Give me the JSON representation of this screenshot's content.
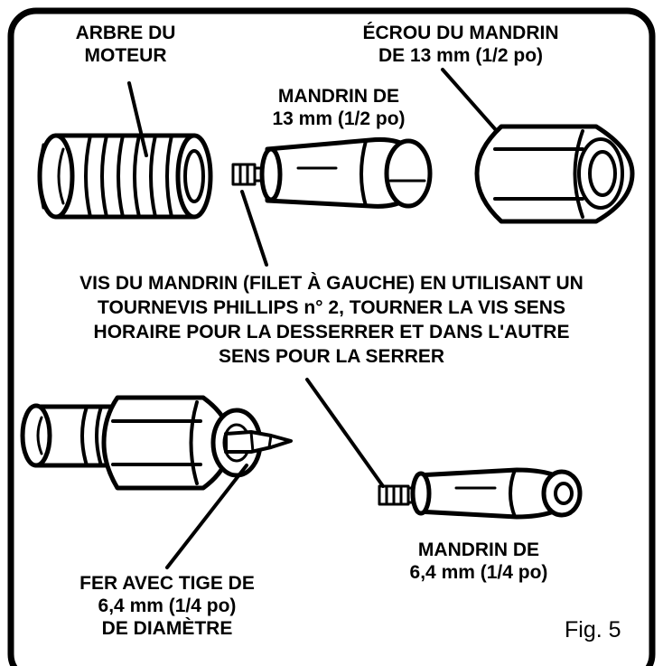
{
  "labels": {
    "motor_shaft": {
      "line1": "ARBRE DU",
      "line2": "MOTEUR"
    },
    "chuck_nut": {
      "line1": "ÉCROU DU MANDRIN",
      "line2": "DE 13 mm (1/2 po)"
    },
    "chuck_large": {
      "line1": "MANDRIN DE",
      "line2": "13 mm (1/2 po)"
    },
    "chuck_screw": {
      "line1": "VIS DU MANDRIN (FILET À GAUCHE) EN UTILISANT UN",
      "line2": "TOURNEVIS PHILLIPS n° 2, TOURNER LA VIS SENS",
      "line3": "HORAIRE POUR LA DESSERRER ET DANS L'AUTRE",
      "line4": "SENS POUR LA SERRER"
    },
    "bit": {
      "line1": "FER AVEC TIGE DE",
      "line2": "6,4 mm (1/4 po)",
      "line3": "DE DIAMÈTRE"
    },
    "chuck_small": {
      "line1": "MANDRIN DE",
      "line2": "6,4 mm (1/4 po)"
    },
    "figure": "Fig. 5"
  }
}
